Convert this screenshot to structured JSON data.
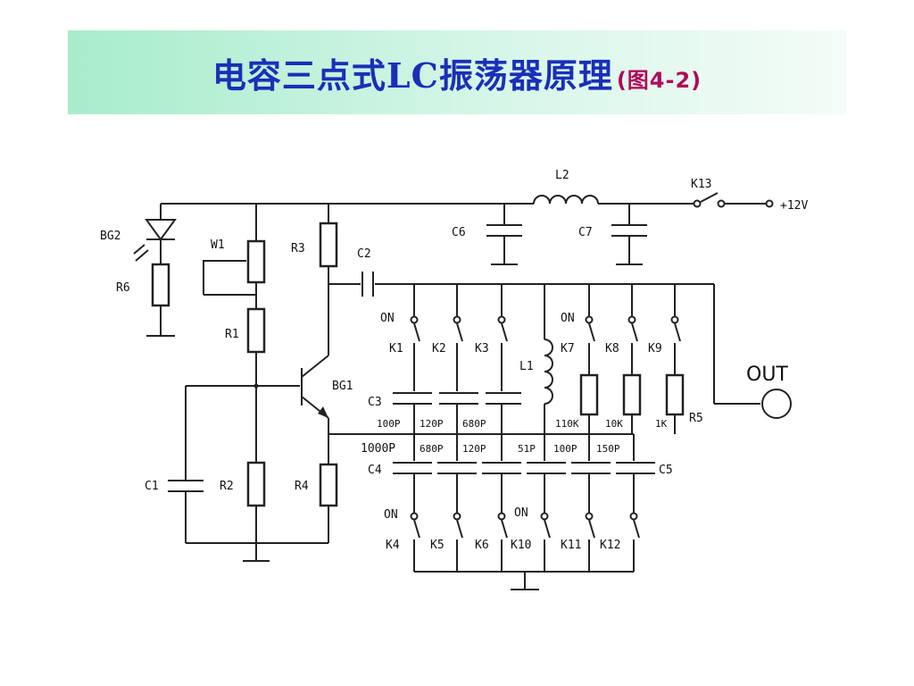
{
  "title": {
    "main": "电容三点式LC振荡器原理",
    "sub": "(图4-2)"
  },
  "labels": {
    "bg2": "BG2",
    "r6": "R6",
    "w1": "W1",
    "r1": "R1",
    "r2": "R2",
    "r3": "R3",
    "r4": "R4",
    "c1": "C1",
    "c2": "C2",
    "c3": "C3",
    "c4": "C4",
    "c5": "C5",
    "c6": "C6",
    "c7": "C7",
    "l1": "L1",
    "l2": "L2",
    "bg1": "BG1",
    "k13": "K13",
    "supply": "+12V",
    "r5": "R5",
    "out": "OUT",
    "k1": "K1",
    "k2": "K2",
    "k3": "K3",
    "k4": "K4",
    "k5": "K5",
    "k6": "K6",
    "k7": "K7",
    "k8": "K8",
    "k9": "K9",
    "k10": "K10",
    "k11": "K11",
    "k12": "K12",
    "on_top_left": "ON",
    "on_top_right": "ON",
    "on_bottom_left": "ON",
    "on_bottom_mid": "ON"
  },
  "values": {
    "c3_a": "100P",
    "c3_b": "120P",
    "c3_c": "680P",
    "r5_a": "110K",
    "r5_b": "10K",
    "r5_c": "1K",
    "c4_main": "1000P",
    "c4_a": "680P",
    "c4_b": "120P",
    "c5_a": "51P",
    "c5_b": "100P",
    "c5_c": "150P"
  }
}
